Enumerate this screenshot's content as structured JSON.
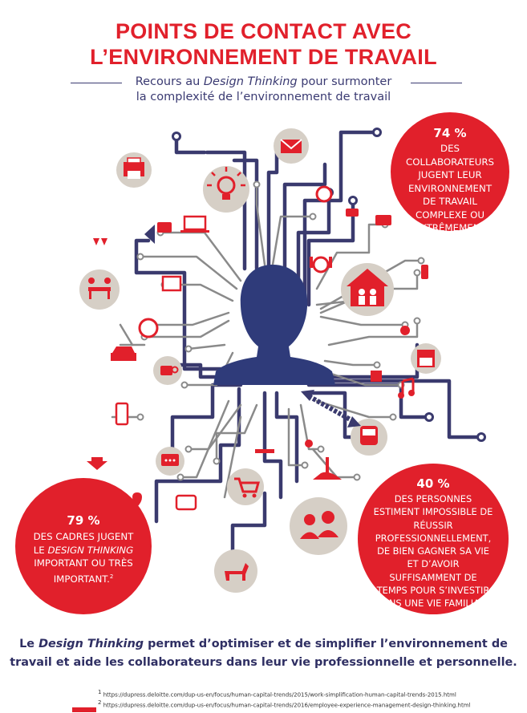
{
  "title": {
    "line1": "POINTS DE CONTACT AVEC",
    "line2": "L’ENVIRONNEMENT DE TRAVAIL"
  },
  "subtitle": {
    "line1_pre": "Recours au ",
    "line1_em": "Design Thinking",
    "line1_post": " pour surmonter",
    "line2": "la complexité de l’environnement de travail"
  },
  "stats": {
    "s74": {
      "value": "74 %",
      "text": "DES COLLABORATEURS JUGENT LEUR ENVIRONNEMENT DE TRAVAIL COMPLEXE OU EXTRÊMEMENT COMPLEXE.",
      "ref": "1"
    },
    "s79": {
      "value": "79 %",
      "text_pre": "DES CADRES JUGENT LE ",
      "text_em": "DESIGN THINKING",
      "text_post": " IMPORTANT OU TRÈS IMPORTANT.",
      "ref": "2"
    },
    "s40": {
      "value": "40 %",
      "text": "DES PERSONNES ESTIMENT IMPOSSIBLE DE RÉUSSIR PROFESSIONNELLEMENT, DE BIEN GAGNER SA VIE ET D’AVOIR SUFFISAMMENT DE TEMPS POUR S’INVESTIR DANS UNE VIE FAMILIALE ET COMMUNAUTAIRE.",
      "ref": "1"
    }
  },
  "bottom": {
    "pre": "Le ",
    "em": "Design Thinking",
    "post1": " permet d’optimiser et de simplifier l’environnement de",
    "line2": "travail et aide les collaborateurs dans leur vie professionnelle et personnelle."
  },
  "footnotes": [
    {
      "num": "1",
      "url": "https://dupress.deloitte.com/dup-us-en/focus/human-capital-trends/2015/work-simplification-human-capital-trends-2015.html"
    },
    {
      "num": "2",
      "url": "https://dupress.deloitte.com/dup-us-en/focus/human-capital-trends/2016/employee-experience-management-design-thinking.html"
    }
  ],
  "colors": {
    "accent": "#e1202b",
    "navy": "#2f2f63",
    "line": "#3a3a6e",
    "gray": "#8a8a8a",
    "beige": "#d6cfc6"
  }
}
